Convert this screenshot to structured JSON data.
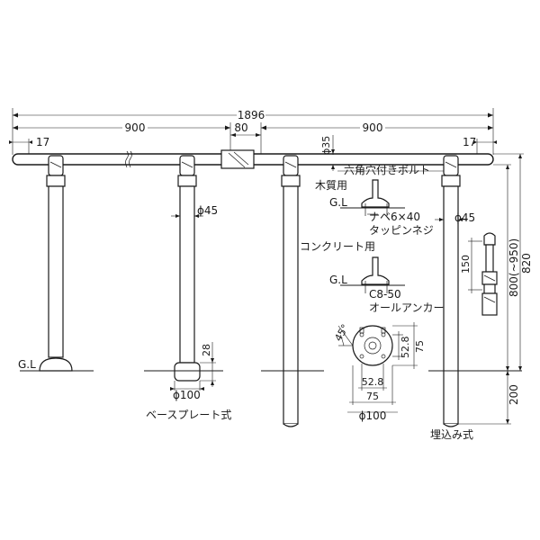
{
  "dimensions": {
    "total_length": "1896",
    "left_span": "900",
    "right_span": "900",
    "joint_width": "80",
    "left_end": "17",
    "right_end": "17",
    "rail_diameter": "ϕ35",
    "post_diameter_left": "ϕ45",
    "post_diameter_right": "ϕ45",
    "base_height": "28",
    "base_diameter": "ϕ100",
    "height_range": "800(~950)",
    "height_total": "820",
    "embed_depth": "200",
    "bracket_length": "150",
    "plate_52_8_v": "52.8",
    "plate_75_v": "75",
    "plate_52_8_h": "52.8",
    "plate_75_h": "75",
    "plate_diameter": "ϕ100",
    "angle": "45°"
  },
  "labels": {
    "hex_bolt": "六角穴付きボルト",
    "wood": "木質用",
    "gl_wood": "G.L",
    "screw_spec": "ナベ6×40",
    "screw_name": "タッピンネジ",
    "concrete": "コンクリート用",
    "gl_concrete": "G.L",
    "anchor_spec": "C8-50",
    "anchor_name": "オールアンカー",
    "gl_left": "G.L",
    "base_plate_type": "ベースプレート式",
    "embedded_type": "埋込み式"
  }
}
